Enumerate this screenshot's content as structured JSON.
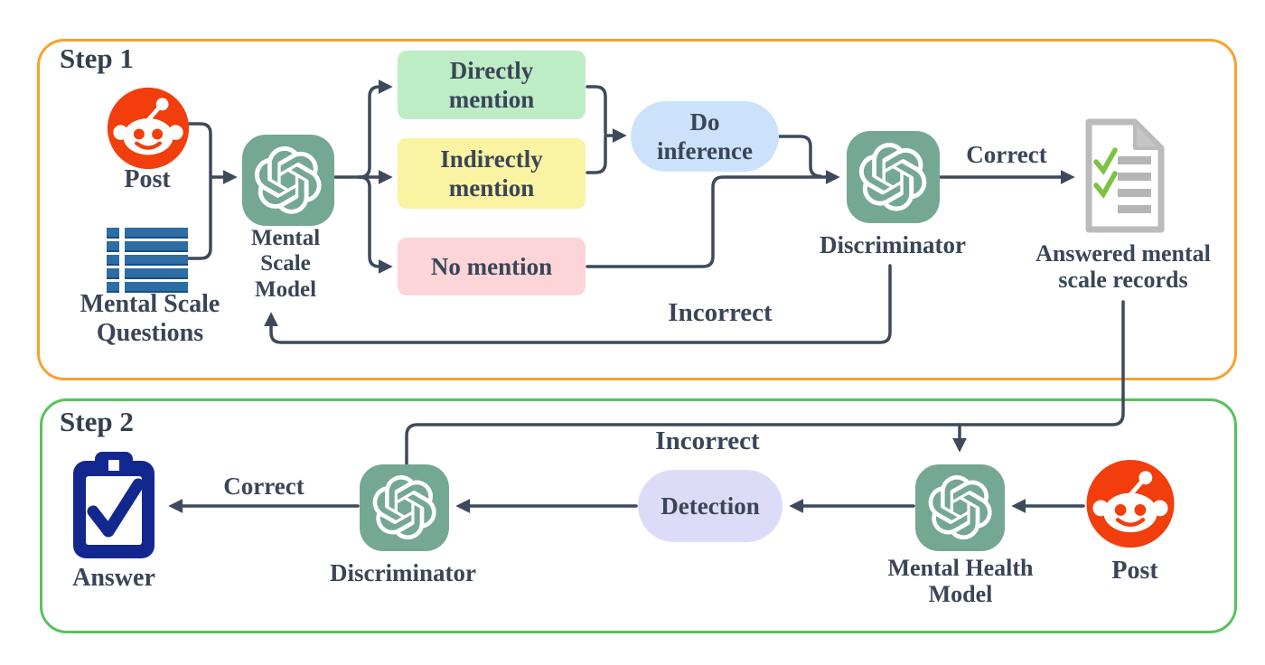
{
  "colors": {
    "step1_border": "#F7A22B",
    "step2_border": "#55C25A",
    "connector": "#3E4A5A",
    "text": "#3A4557",
    "gpt_tile_green": "#74A892",
    "reddit_orange": "#F23D0C",
    "directly_box_green": "#BDECC5",
    "indirectly_box_yellow": "#F9F3A2",
    "no_mention_box_pink": "#FBD5D8",
    "inference_pill_blue": "#CBE2FA",
    "detection_pill_lavender": "#DDDCF8",
    "clipboard_navy": "#13288E",
    "document_gray": "#BBBBBB",
    "check_green": "#7DC242",
    "questions_icon_blue": "#2D6DA3"
  },
  "step1": {
    "title": "Step 1",
    "post_label": "Post",
    "questions_lines": [
      "Mental Scale",
      "Questions"
    ],
    "model_lines": [
      "Mental",
      "Scale",
      "Model"
    ],
    "directly_lines": [
      "Directly",
      "mention"
    ],
    "indirectly_lines": [
      "Indirectly",
      "mention"
    ],
    "no_mention_label": "No mention",
    "inference_lines": [
      "Do",
      "inference"
    ],
    "discriminator_label": "Discriminator",
    "correct_label": "Correct",
    "incorrect_label": "Incorrect",
    "records_lines": [
      "Answered mental",
      "scale records"
    ]
  },
  "step2": {
    "title": "Step 2",
    "incorrect_label": "Incorrect",
    "detection_label": "Detection",
    "model_lines": [
      "Mental Health",
      "Model"
    ],
    "post_label": "Post",
    "discriminator_label": "Discriminator",
    "correct_label": "Correct",
    "answer_label": "Answer"
  }
}
